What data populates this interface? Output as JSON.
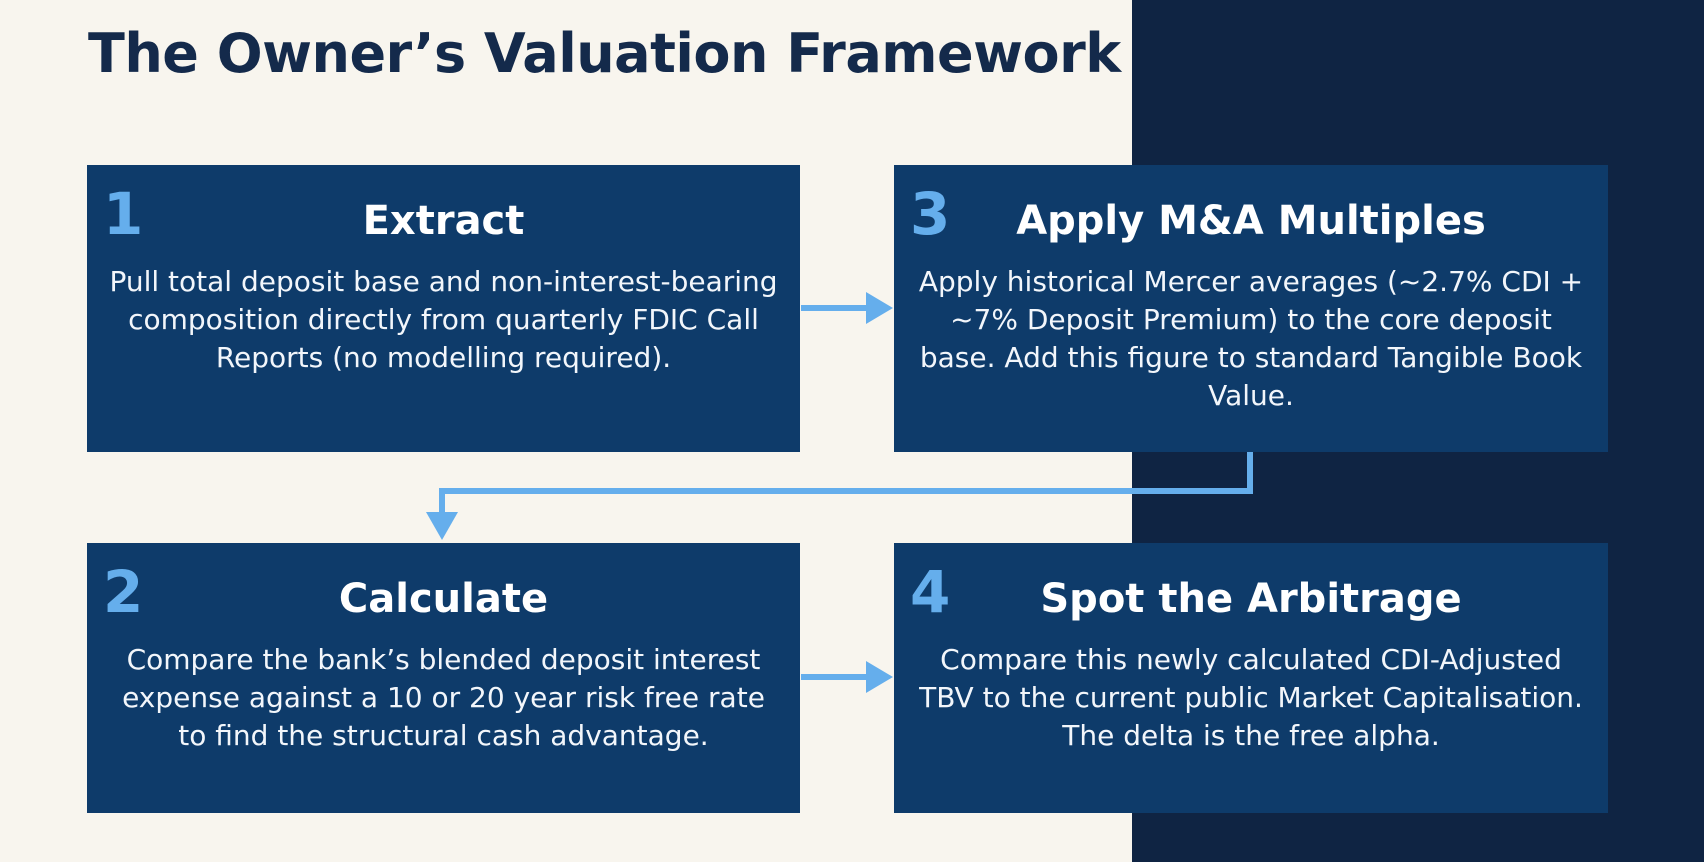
{
  "title": "The Owner’s Valuation Framework",
  "colors": {
    "background_light": "#f8f5ee",
    "background_dark": "#0f2443",
    "card": "#0e3b6a",
    "accent_arrow": "#65aeec",
    "title_text": "#142a4b"
  },
  "steps": [
    {
      "number": "1",
      "heading": "Extract",
      "body": "Pull total deposit base and non-interest-bearing composition directly from quarterly FDIC Call Reports (no modelling required)."
    },
    {
      "number": "2",
      "heading": "Calculate",
      "body": "Compare the bank’s blended deposit interest expense against a 10 or 20 year risk free rate to find the structural cash advantage."
    },
    {
      "number": "3",
      "heading": "Apply M&A Multiples",
      "body": "Apply historical Mercer averages (~2.7% CDI + ~7% Deposit Premium) to the core deposit base. Add this figure to standard Tangible Book Value."
    },
    {
      "number": "4",
      "heading": "Spot the Arbitrage",
      "body": "Compare this newly calculated CDI-Adjusted TBV to the current public Market Capitalisation. The delta is the free alpha."
    }
  ]
}
